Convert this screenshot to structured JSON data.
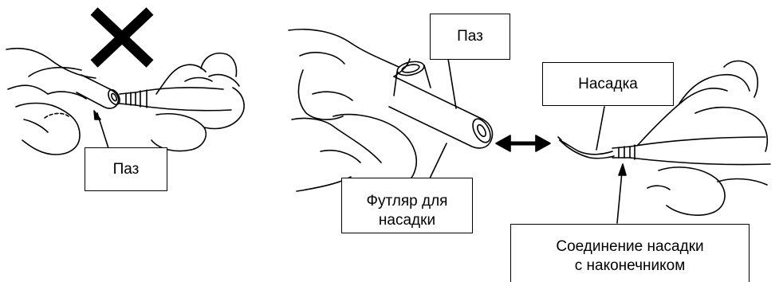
{
  "colors": {
    "line": "#000000",
    "background": "#ffffff"
  },
  "icons": {
    "prohibited": "cross-mark-icon",
    "double_arrow": "double-arrow-icon"
  },
  "labels": {
    "groove_left": "Паз",
    "groove_right": "Паз",
    "tip": "Насадка",
    "tip_case_line1": "Футляр для",
    "tip_case_line2": "насадки",
    "connection_line1": "Соединение насадки",
    "connection_line2": "с наконечником"
  }
}
